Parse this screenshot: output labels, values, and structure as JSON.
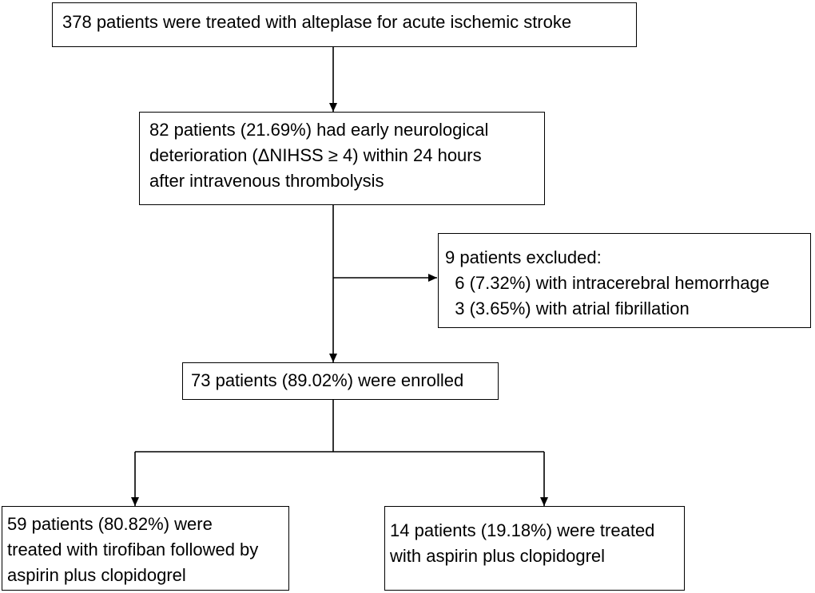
{
  "boxes": {
    "treated": {
      "lines": [
        "378 patients were treated with alteplase for acute ischemic stroke"
      ]
    },
    "end": {
      "lines": [
        "82 patients (21.69%) had early neurological",
        "deterioration (ΔNIHSS ≥ 4) within 24 hours",
        "after intravenous thrombolysis"
      ]
    },
    "excluded": {
      "lines": [
        "9 patients excluded:",
        "  6 (7.32%) with intracerebral hemorrhage",
        "  3 (3.65%) with atrial fibrillation"
      ]
    },
    "enrolled": {
      "lines": [
        "73 patients (89.02%) were enrolled"
      ]
    },
    "tirofiban": {
      "lines": [
        "59 patients (80.82%) were",
        "treated with tirofiban followed by",
        "aspirin plus clopidogrel"
      ]
    },
    "aspirin": {
      "lines": [
        "14 patients (19.18%) were treated",
        "with aspirin plus clopidogrel"
      ]
    }
  }
}
